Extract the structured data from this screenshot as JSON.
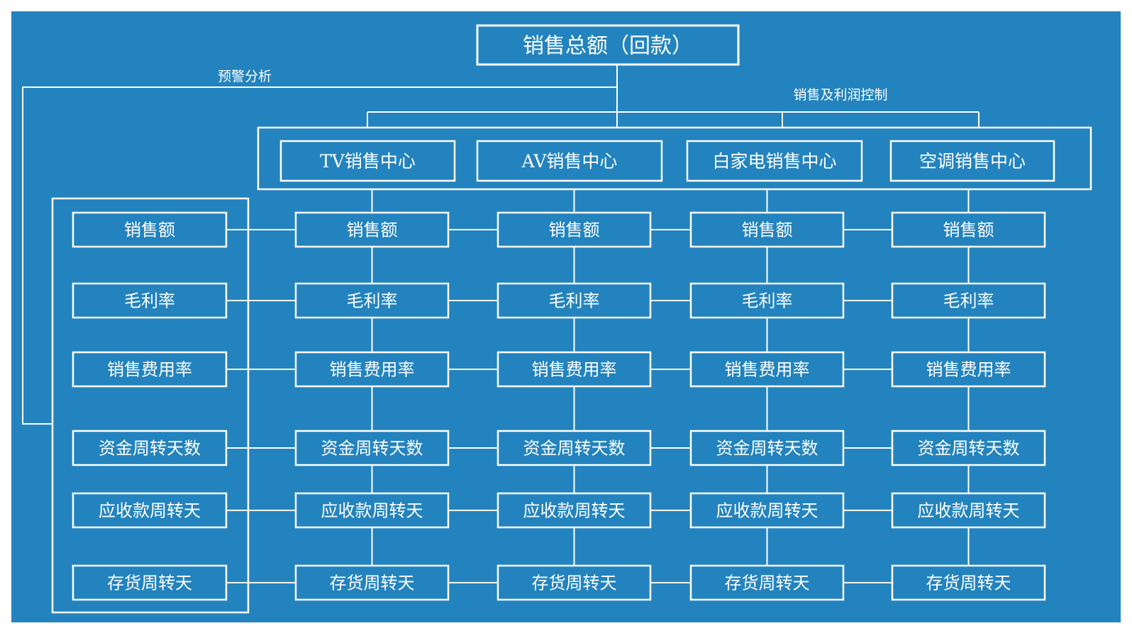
{
  "colors": {
    "background": "#2383be",
    "line": "#ffffff",
    "text": "#ffffff"
  },
  "top": {
    "title": "销售总额（回款）"
  },
  "labels": {
    "warning": "预警分析",
    "control": "销售及利润控制"
  },
  "centers": [
    {
      "name": "TV销售中心"
    },
    {
      "name": "AV销售中心"
    },
    {
      "name": "白家电销售中心"
    },
    {
      "name": "空调销售中心"
    }
  ],
  "metrics": [
    "销售额",
    "毛利率",
    "销售费用率",
    "资金周转天数",
    "应收款周转天",
    "存货周转天"
  ],
  "left_metrics": [
    "销售额",
    "毛利率",
    "销售费用率",
    "资金周转天数",
    "应收款周转天",
    "存货周转天"
  ]
}
